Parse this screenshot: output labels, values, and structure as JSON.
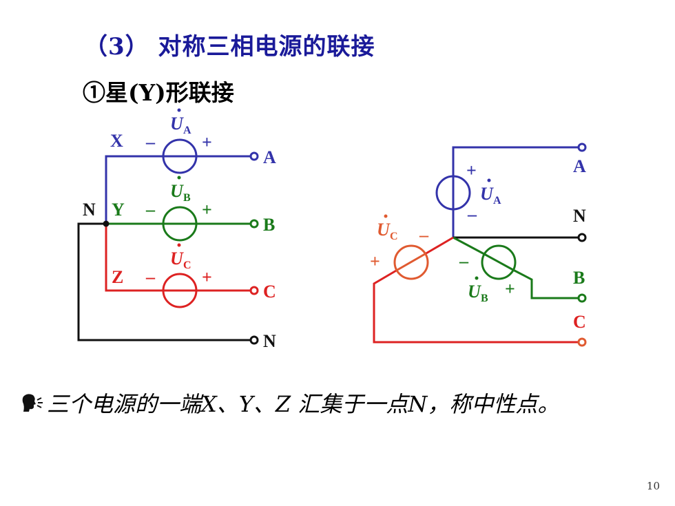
{
  "title": "（3） 对称三相电源的联接",
  "subtitle": "①星(Y)形联接",
  "left": {
    "label_x": "X",
    "label_y": "Y",
    "label_z": "Z",
    "label_n": "N",
    "term_a": "A",
    "term_b": "B",
    "term_c": "C",
    "term_n": "N",
    "ua": "U",
    "ua_sub": "A",
    "ub": "U",
    "ub_sub": "B",
    "uc": "U",
    "uc_sub": "C",
    "minus": "–",
    "plus": "+"
  },
  "right": {
    "term_a": "A",
    "term_n": "N",
    "term_b": "B",
    "term_c": "C",
    "ua": "U",
    "ua_sub": "A",
    "ub": "U",
    "ub_sub": "B",
    "uc": "U",
    "uc_sub": "C",
    "minus": "–",
    "plus": "+"
  },
  "note": "三个电源的一端X、Y、Z 汇集于一点N，称中性点。",
  "page_number": "10",
  "colors": {
    "phase_a": "#3333aa",
    "phase_b": "#1a7a1a",
    "phase_c": "#dd2222",
    "neutral": "#111111",
    "title": "#1a1a99"
  }
}
